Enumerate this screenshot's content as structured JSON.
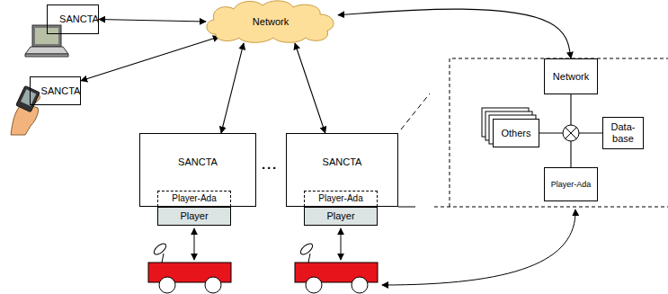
{
  "diagram": {
    "nodes": [
      {
        "text": [
          "SANCTA"
        ]
      },
      {
        "text": [
          "Network"
        ]
      },
      {
        "text": [
          "SANCTA"
        ]
      },
      {
        "text": [
          "SANCTA"
        ]
      },
      {
        "text": [
          "Player-Ada"
        ],
        "in": 3
      },
      {
        "text": [
          "Player"
        ]
      },
      {
        "text": [
          "SANCTA"
        ]
      },
      {
        "text": [
          "Player-Ada"
        ],
        "in": 6
      },
      {
        "text": [
          "Player"
        ]
      },
      {
        "text": [
          "Network"
        ]
      },
      {
        "text": [
          "Others"
        ]
      },
      {
        "text": [
          "Data- base"
        ]
      },
      {
        "text": [
          "Player-Ada"
        ]
      }
    ],
    "edges": [
      {
        "from": 0,
        "to": 1,
        "arrow": "both"
      },
      {
        "from": 2,
        "to": 1,
        "arrow": "both"
      },
      {
        "from": 1,
        "to": 3,
        "arrow": "both"
      },
      {
        "from": 1,
        "to": 6,
        "arrow": "both"
      },
      {
        "from": 1,
        "to": 9,
        "arrow": "both"
      },
      {
        "from": 9,
        "to": 12,
        "arrow": "none"
      },
      {
        "from": 10,
        "to": 11,
        "arrow": "none"
      }
    ],
    "labels": [
      "···"
    ]
  }
}
